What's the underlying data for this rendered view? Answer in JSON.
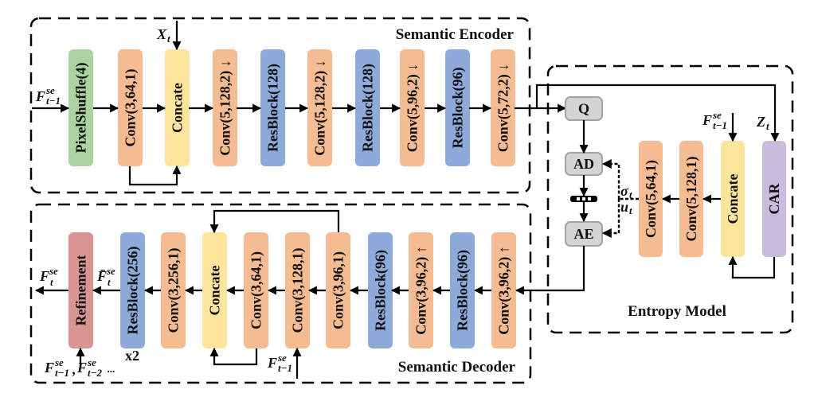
{
  "diagram": {
    "encoder": {
      "title": "Semantic Encoder",
      "input_label": {
        "base": "F",
        "sup": "se",
        "sub": "t−1"
      },
      "x_input_label": {
        "base": "X",
        "sub": "t"
      },
      "blocks": [
        {
          "label": "PixelShuffle(4)",
          "type": "pixelshuffle"
        },
        {
          "label": "Conv(3,64,1)",
          "type": "conv"
        },
        {
          "label": "Concate",
          "type": "concat"
        },
        {
          "label": "Conv(5,128,2) ↓",
          "type": "conv"
        },
        {
          "label": "ResBlock(128)",
          "type": "resblock"
        },
        {
          "label": "Conv(5,128,2) ↓",
          "type": "conv"
        },
        {
          "label": "ResBlock(128)",
          "type": "resblock"
        },
        {
          "label": "Conv(5,96,2) ↓",
          "type": "conv"
        },
        {
          "label": "ResBlock(96)",
          "type": "resblock"
        },
        {
          "label": "Conv(5,72,2) ↓",
          "type": "conv"
        }
      ]
    },
    "entropy_model": {
      "title": "Entropy Model",
      "ops": {
        "quantize": "Q",
        "decode": "AD",
        "encode": "AE"
      },
      "sigma_label": {
        "base": "σ",
        "sub": "t"
      },
      "mu_label": {
        "base": "u",
        "sub": "t"
      },
      "prev_feature_label": {
        "base": "F",
        "sup": "se",
        "sub": "t−1"
      },
      "z_label": {
        "base": "Z",
        "sub": "t"
      },
      "blocks": [
        {
          "label": "Conv(5,64,1)",
          "type": "conv"
        },
        {
          "label": "Conv(5,128,1)",
          "type": "conv"
        },
        {
          "label": "Concate",
          "type": "concat"
        },
        {
          "label": "CAR",
          "type": "car"
        }
      ]
    },
    "decoder": {
      "title": "Semantic Decoder",
      "output_label": {
        "base": "F",
        "sup": "se",
        "sub": "t"
      },
      "intermediate_label": {
        "base": "F̄",
        "sup": "se",
        "sub": "t"
      },
      "repeat_label": "x2",
      "prev_feature_label": {
        "base": "F",
        "sup": "se",
        "sub": "t−1"
      },
      "refinement_inputs": [
        {
          "base": "F",
          "sup": "se",
          "sub": "t−1"
        },
        {
          "base": "F",
          "sup": "se",
          "sub": "t−2"
        }
      ],
      "refinement_inputs_separator": ",",
      "refinement_inputs_suffix": "...",
      "blocks": [
        {
          "label": "Refinement",
          "type": "refinement"
        },
        {
          "label": "ResBlock(256)",
          "type": "resblock"
        },
        {
          "label": "Conv(3,256,1)",
          "type": "conv"
        },
        {
          "label": "Concate",
          "type": "concat"
        },
        {
          "label": "Conv(3,64,1)",
          "type": "conv"
        },
        {
          "label": "Conv(3,128,1)",
          "type": "conv"
        },
        {
          "label": "Conv(3,96,1)",
          "type": "conv"
        },
        {
          "label": "ResBlock(96)",
          "type": "resblock"
        },
        {
          "label": "Conv(3,96,2) ↑",
          "type": "conv"
        },
        {
          "label": "ResBlock(96)",
          "type": "resblock"
        },
        {
          "label": "Conv(3,96,2) ↑",
          "type": "conv"
        }
      ]
    },
    "colors": {
      "conv": "#f5bb92",
      "resblock": "#8eaadb",
      "concat": "#fde59b",
      "pixelshuffle": "#aad5a3",
      "refinement": "#d99594",
      "car": "#c5bddb",
      "op_fill": "#d4d4d4",
      "op_stroke": "#a3a3a3"
    }
  }
}
